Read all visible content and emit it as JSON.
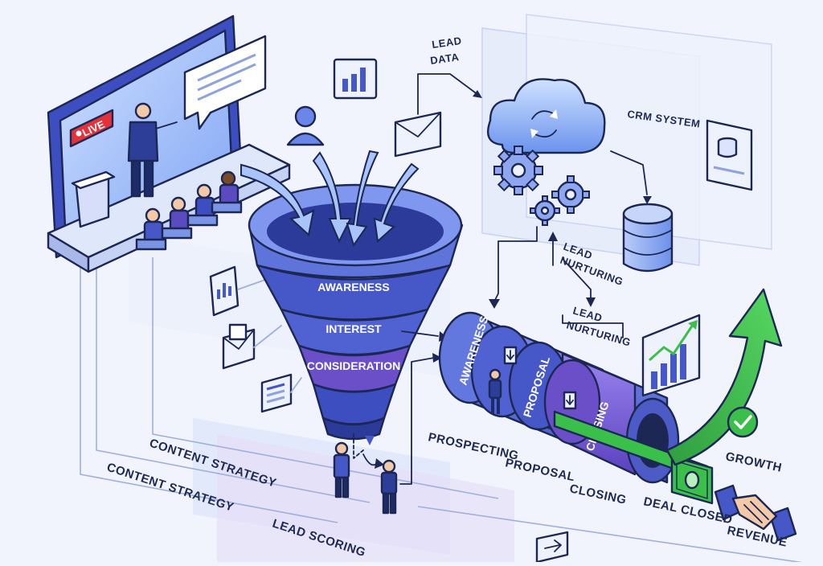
{
  "labels": {
    "live": "LIVE",
    "lead_data_line1": "LEAD",
    "lead_data_line2": "DATA",
    "crm_system": "CRM SYSTEM",
    "lead_nurturing_a_line1": "LEAD",
    "lead_nurturing_a_line2": "NURTURING",
    "lead_nurturing_b_line1": "LEAD",
    "lead_nurturing_b_line2": "NURTURING",
    "content_strategy_1": "CONTENT STRATEGY",
    "content_strategy_2": "CONTENT STRATEGY",
    "lead_scoring": "LEAD SCORING",
    "growth": "GROWTH",
    "deal_closed": "DEAL CLOSED",
    "revenue": "REVENUE"
  },
  "funnel": {
    "stages": [
      "AWARENESS",
      "INTEREST",
      "CONSIDERATION"
    ]
  },
  "pipeline": {
    "segment_labels": [
      "AWARENESS",
      "PROPOSAL",
      "CLOSING"
    ],
    "stages": [
      "PROSPECTING",
      "PROPOSAL",
      "CLOSING"
    ]
  },
  "colors": {
    "background": "#f1f4fc",
    "outline": "#1c2754",
    "funnel_blue": "#4658c8",
    "funnel_purple": "#6a4fc9",
    "growth_green": "#3ac04a",
    "live_red": "#e2333a"
  },
  "icons": [
    "user-icon",
    "bar-chart-icon",
    "envelope-icon",
    "document-icon",
    "cloud-sync-icon",
    "gear-icon",
    "database-icon",
    "handshake-icon",
    "money-icon",
    "checkmark-icon"
  ]
}
